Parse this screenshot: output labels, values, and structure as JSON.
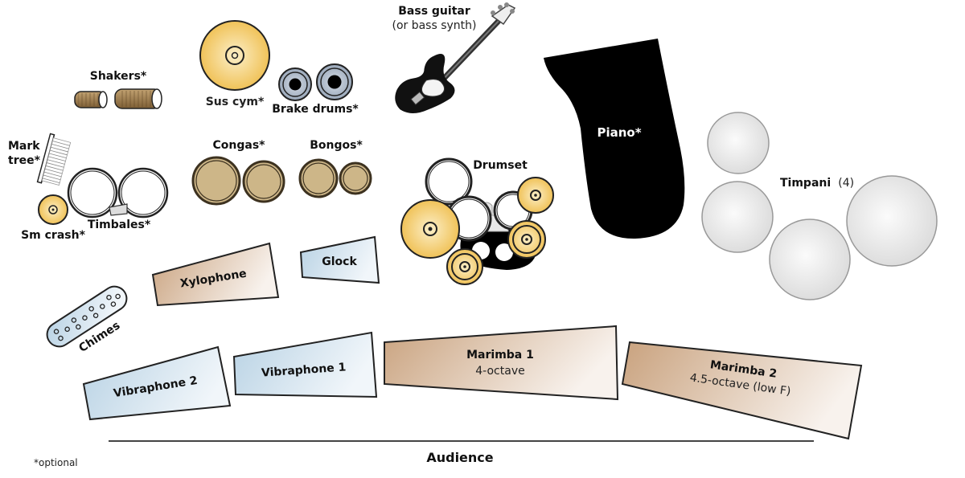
{
  "diagram": {
    "title": "Percussion ensemble stage setup",
    "colors": {
      "cymbal": "#f2c65a",
      "cymbal_light": "#fbe9b8",
      "wood": "#c9a27e",
      "wood_light": "#f6efe9",
      "metal_blue": "#bcd5e6",
      "metal_blue_light": "#eef5fa",
      "drumhead_tan": "#cdb688",
      "shaker": "#9c7a4b",
      "brake_grey": "#aab6c6",
      "timpani": "#e6e6e6",
      "piano": "#000000",
      "outline": "#222222"
    },
    "instruments": {
      "shakers": {
        "label": "Shakers*",
        "count": 2,
        "optional": true
      },
      "sus_cym": {
        "label": "Sus cym*",
        "optional": true
      },
      "brake_drums": {
        "label": "Brake drums*",
        "count": 2,
        "optional": true
      },
      "bass_guitar": {
        "label": "Bass guitar",
        "sublabel": "(or bass synth)"
      },
      "piano": {
        "label": "Piano*",
        "optional": true
      },
      "mark_tree": {
        "label_line1": "Mark",
        "label_line2": "tree*",
        "optional": true
      },
      "sm_crash": {
        "label": "Sm crash*",
        "optional": true
      },
      "timbales": {
        "label": "Timbales*",
        "count": 2,
        "optional": true
      },
      "congas": {
        "label": "Congas*",
        "count": 2,
        "optional": true
      },
      "bongos": {
        "label": "Bongos*",
        "count": 2,
        "optional": true
      },
      "drumset": {
        "label": "Drumset"
      },
      "timpani": {
        "label": "Timpani",
        "count_label": "(4)",
        "count": 4
      },
      "xylophone": {
        "label": "Xylophone"
      },
      "glock": {
        "label": "Glock"
      },
      "chimes": {
        "label": "Chimes"
      },
      "vibraphone_2": {
        "label": "Vibraphone 2"
      },
      "vibraphone_1": {
        "label": "Vibraphone 1"
      },
      "marimba_1": {
        "label": "Marimba 1",
        "sublabel": "4-octave"
      },
      "marimba_2": {
        "label": "Marimba 2",
        "sublabel": "4.5-octave (low F)"
      }
    },
    "footer": {
      "note": "*optional",
      "audience_label": "Audience"
    }
  }
}
